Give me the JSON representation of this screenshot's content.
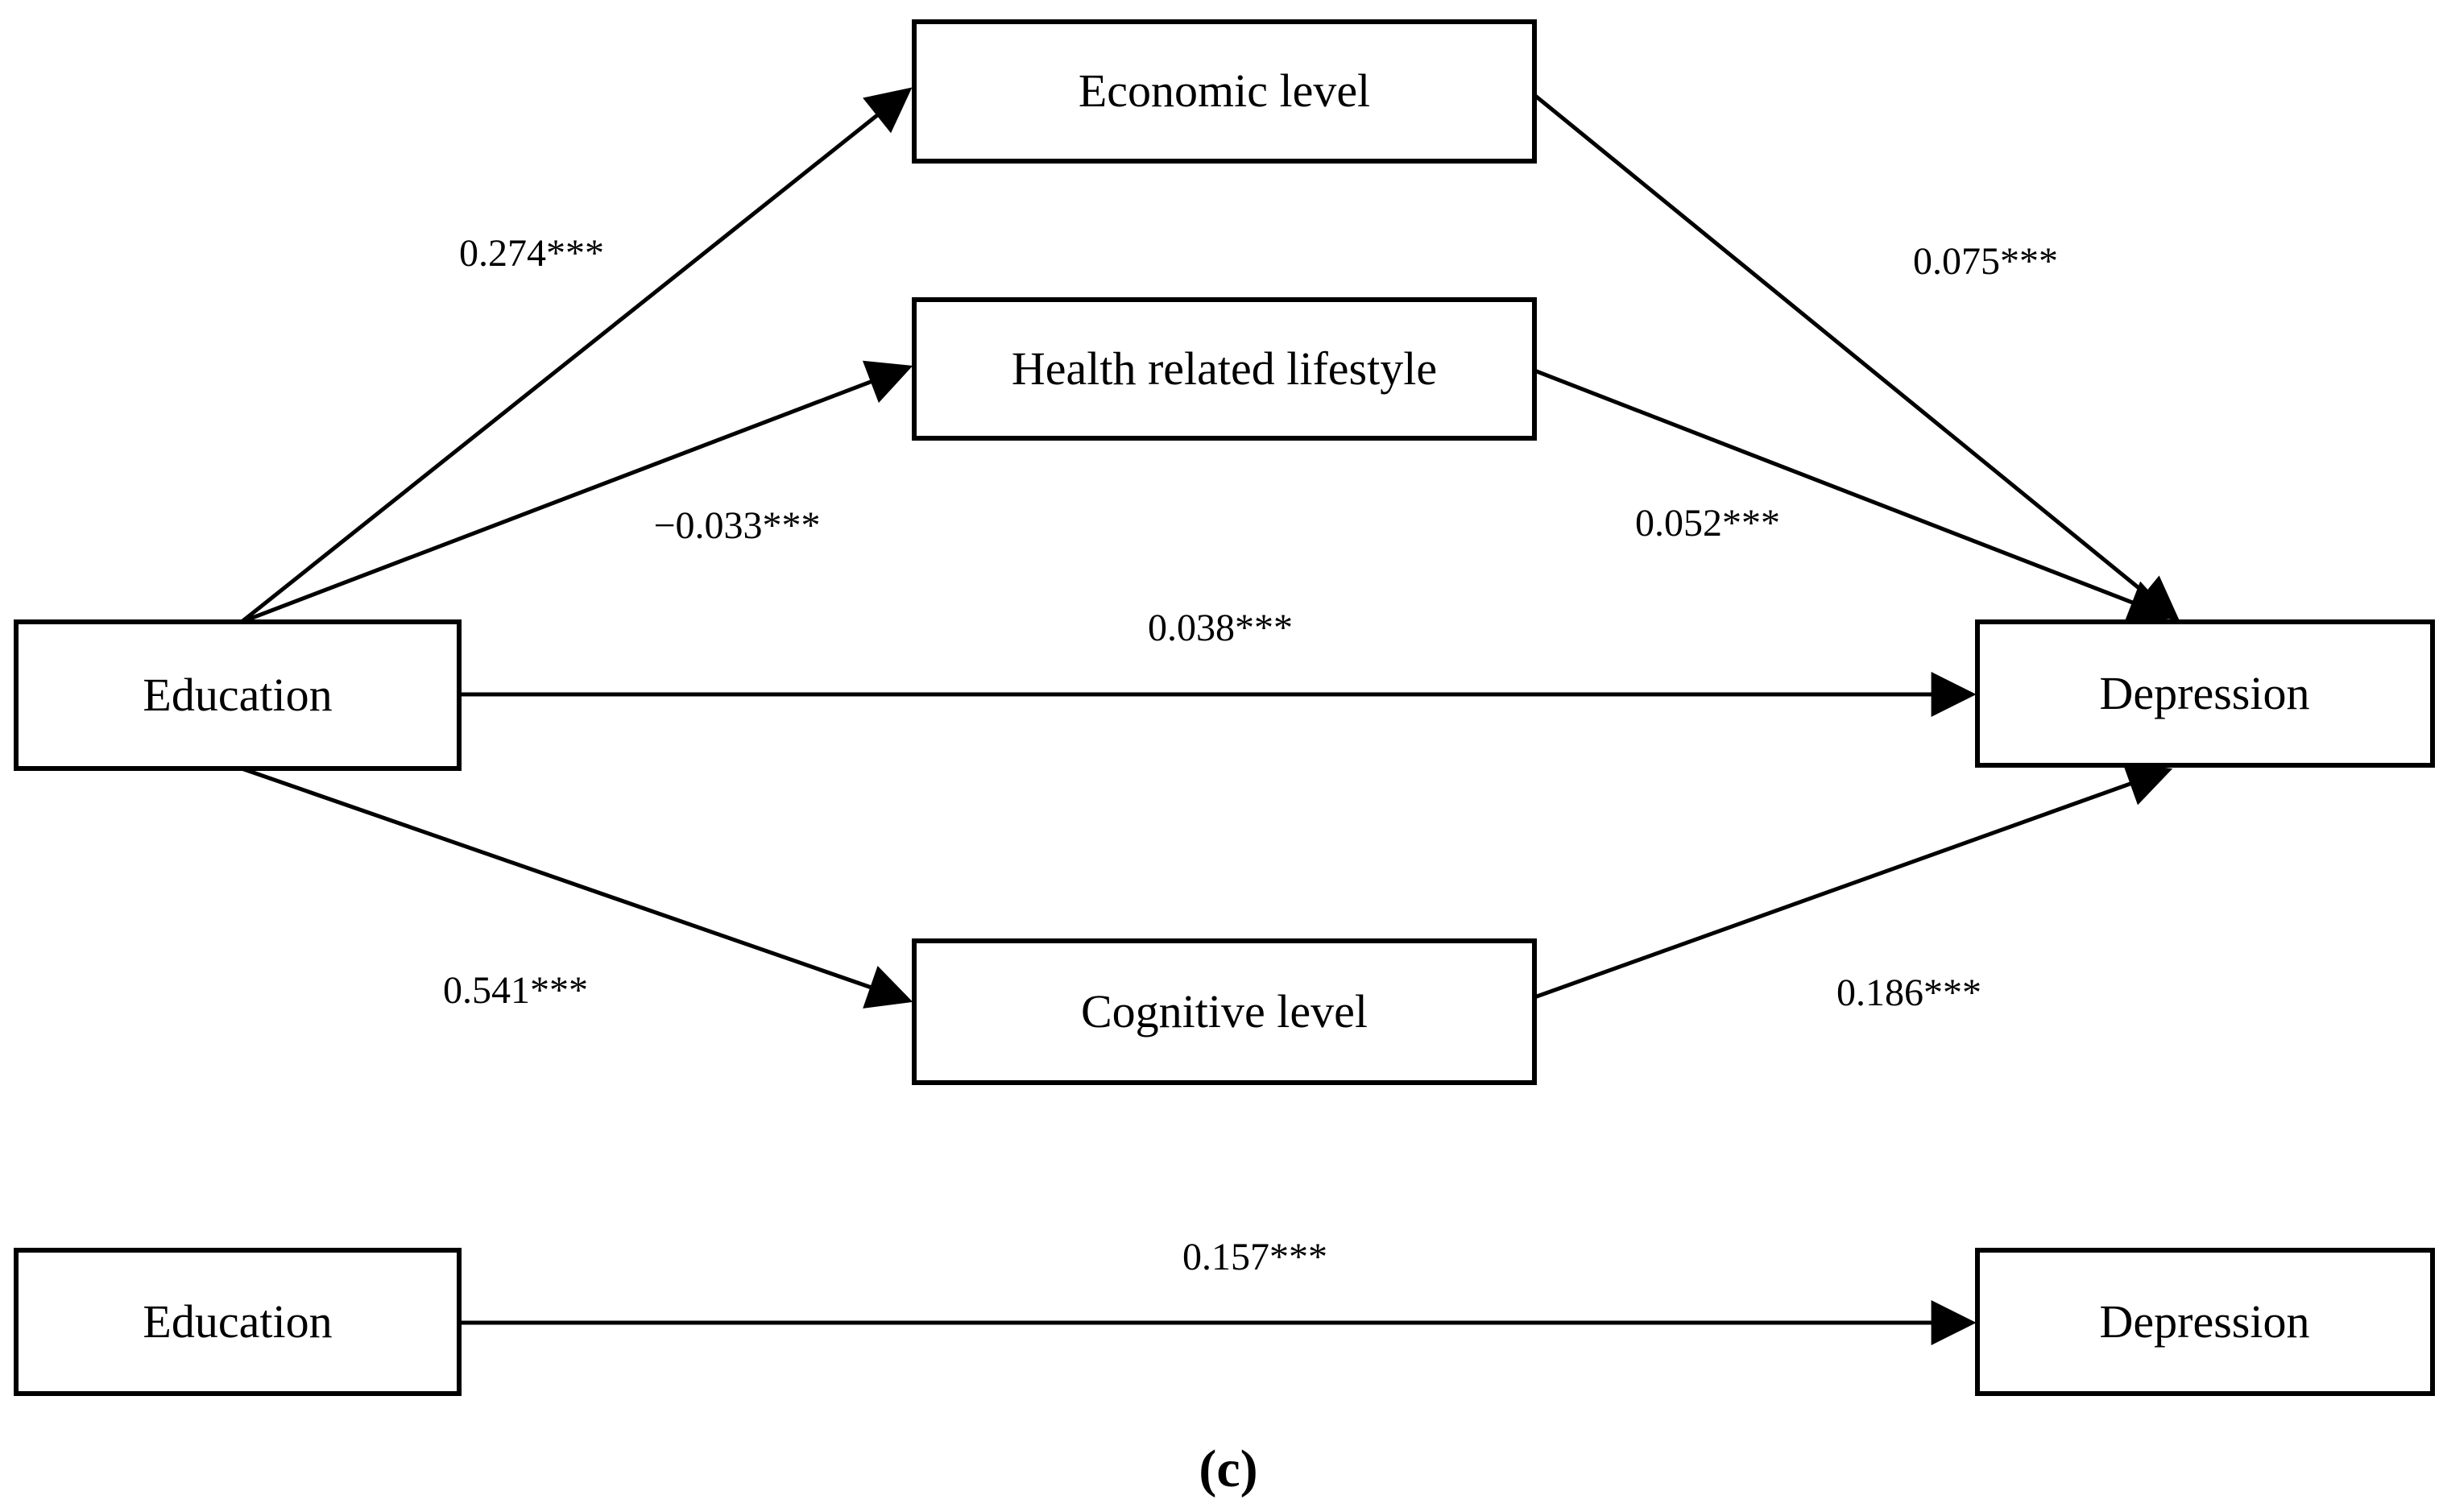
{
  "diagram": {
    "caption": "(c)",
    "colors": {
      "line": "#000000",
      "box_fill": "#ffffff",
      "background": "#ffffff"
    },
    "nodes": {
      "economic": {
        "label": "Economic level"
      },
      "health": {
        "label": "Health related lifestyle"
      },
      "cognitive": {
        "label": "Cognitive level"
      },
      "education_top": {
        "label": "Education"
      },
      "depression_top": {
        "label": "Depression"
      },
      "education_bottom": {
        "label": "Education"
      },
      "depression_bottom": {
        "label": "Depression"
      }
    },
    "edges": {
      "education_to_economic": {
        "coefficient": "0.274***"
      },
      "education_to_health": {
        "coefficient": "−0.033***"
      },
      "education_to_depression_direct": {
        "coefficient": "0.038***"
      },
      "education_to_cognitive": {
        "coefficient": "0.541***"
      },
      "economic_to_depression": {
        "coefficient": "0.075***"
      },
      "health_to_depression": {
        "coefficient": "0.052***"
      },
      "cognitive_to_depression": {
        "coefficient": "0.186***"
      },
      "education_to_depression_total": {
        "coefficient": "0.157***"
      }
    }
  }
}
